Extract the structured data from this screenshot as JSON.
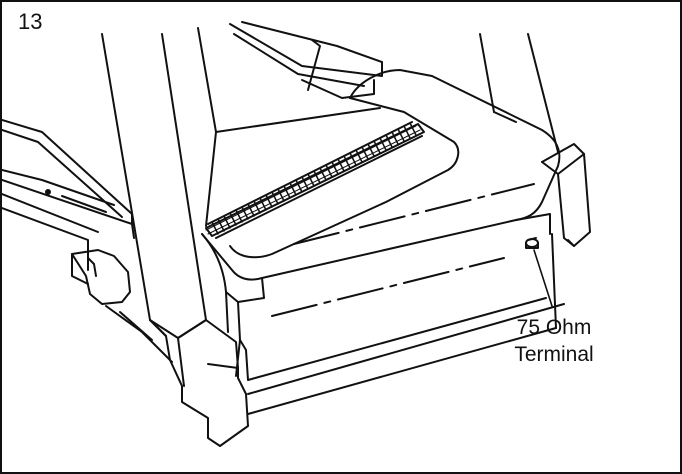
{
  "step": {
    "number": "13"
  },
  "callout": {
    "line1": "75 Ohm",
    "line2": "Terminal",
    "target": "75-ohm-terminal"
  },
  "colors": {
    "ink": "#111111",
    "paper": "#ffffff"
  }
}
